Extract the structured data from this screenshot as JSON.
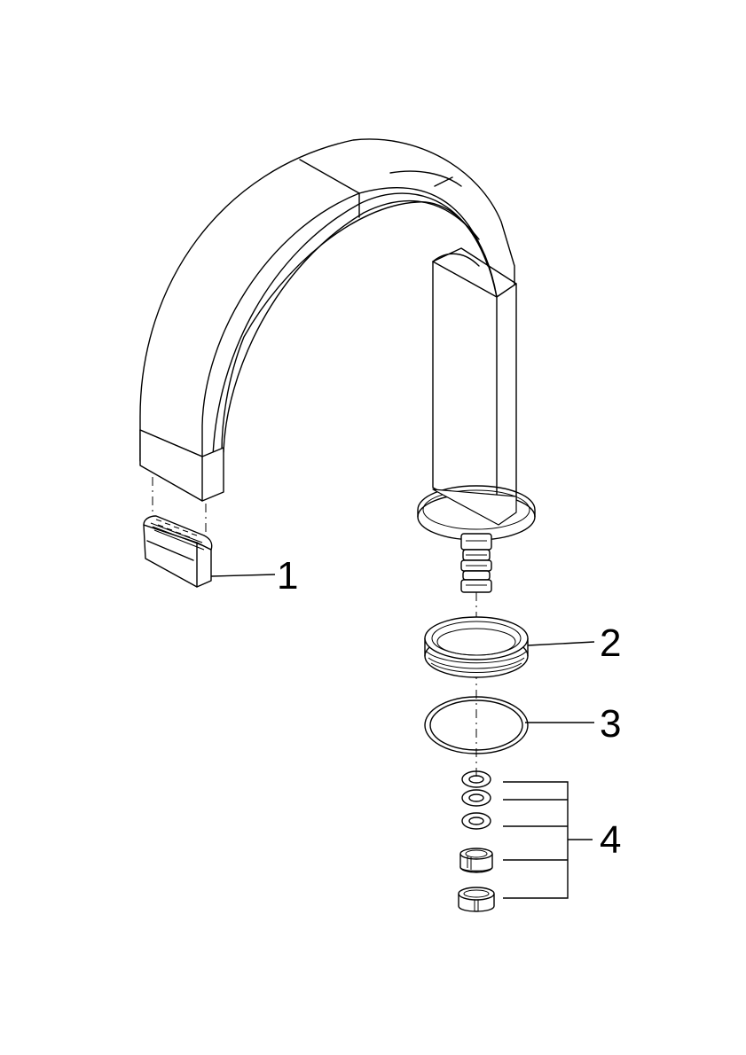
{
  "parts": [
    {
      "number": "1"
    },
    {
      "number": "2"
    },
    {
      "number": "3"
    },
    {
      "number": "4"
    }
  ]
}
